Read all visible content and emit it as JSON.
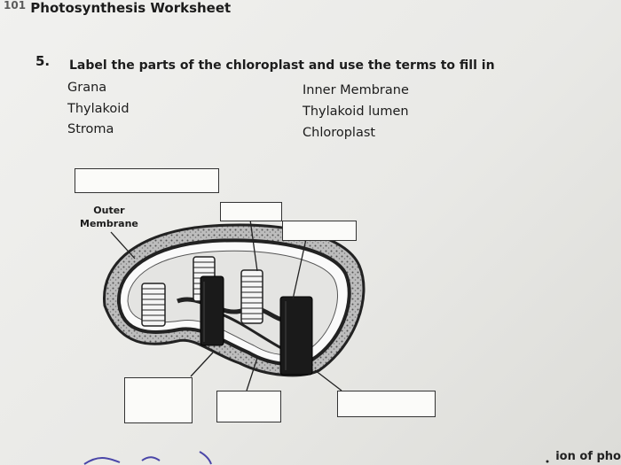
{
  "header": {
    "title": "Photosynthesis Worksheet",
    "prefix": "101"
  },
  "question": {
    "number": "5.",
    "instruction": "Label the parts of the chloroplast and use the terms to fill in"
  },
  "terms": {
    "left": [
      "Grana",
      "Thylakoid",
      "Stroma"
    ],
    "right": [
      "Inner Membrane",
      "Thylakoid lumen",
      "Chloroplast"
    ]
  },
  "diagram": {
    "given_label_line1": "Outer",
    "given_label_line2": "Membrane"
  },
  "footer": {
    "cut_text": "ion of pho"
  }
}
